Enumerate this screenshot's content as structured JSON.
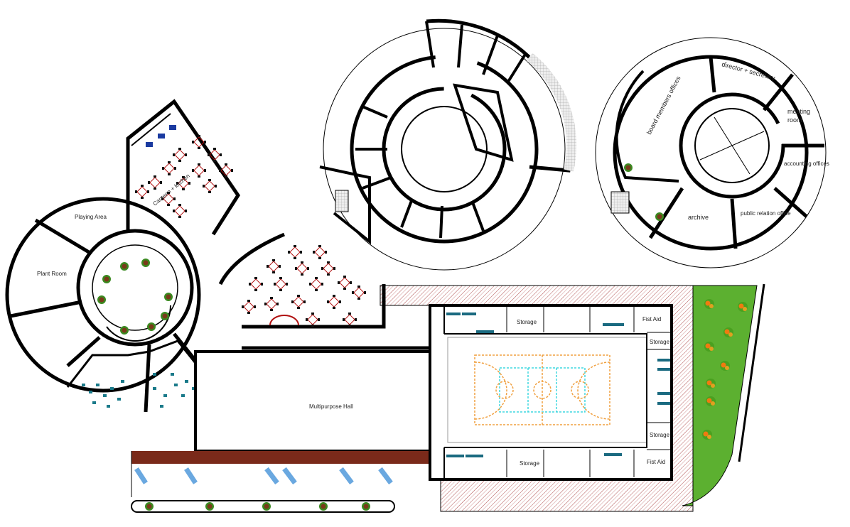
{
  "drawing": {
    "left_building": {
      "playing_area": "Playing Area",
      "plant_room": "Plant Room",
      "canteen": "Canteen + kitchen"
    },
    "multipurpose_hall": "Multipurpose Hall",
    "sports_hall": {
      "storage_top": "Storage",
      "first_aid_top": "Fist Aid",
      "storage_right_1": "Storage",
      "storage_right_2": "Storage",
      "storage_bottom": "Storage",
      "first_aid_bottom": "Fist Aid"
    },
    "admin_building": {
      "director": "director + secretary",
      "meeting": "meeting room",
      "accounting": "accounting offices",
      "public_relation": "public relation office",
      "archive": "archive",
      "board": "board members offices"
    },
    "colors": {
      "court_orange": "#f0a040",
      "court_cyan": "#40d8e0",
      "seats_teal": "#1a7a8a",
      "paving_red": "#a04040",
      "landscape_green": "#5cb030",
      "parking_brown": "#7a2a1a",
      "parking_blue": "#6aa8e0"
    }
  }
}
